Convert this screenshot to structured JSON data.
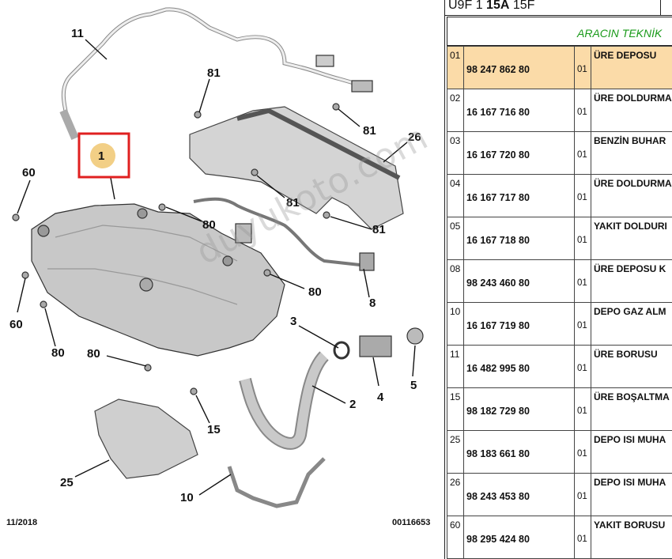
{
  "header": {
    "code_prefix": "U9F",
    "code_seg1": "1",
    "code_bold": "15A",
    "code_seg2": "15F"
  },
  "section_title": "ARACIN TEKNİK",
  "diagram": {
    "date": "11/2018",
    "image_id": "00116653",
    "watermark": "duyukoto.com",
    "highlight_label": "1",
    "callouts": [
      "11",
      "81",
      "81",
      "26",
      "60",
      "81",
      "80",
      "81",
      "80",
      "60",
      "3",
      "8",
      "80",
      "80",
      "4",
      "5",
      "2",
      "15",
      "25",
      "10"
    ]
  },
  "parts": [
    {
      "index": "01",
      "ref": "98 247 862 80",
      "qty": "01",
      "name": "ÜRE DEPOSU",
      "selected": true
    },
    {
      "index": "02",
      "ref": "16 167 716 80",
      "qty": "01",
      "name": "ÜRE DOLDURMA",
      "selected": false
    },
    {
      "index": "03",
      "ref": "16 167 720 80",
      "qty": "01",
      "name": "BENZİN BUHAR",
      "selected": false
    },
    {
      "index": "04",
      "ref": "16 167 717 80",
      "qty": "01",
      "name": "ÜRE DOLDURMA",
      "selected": false
    },
    {
      "index": "05",
      "ref": "16 167 718 80",
      "qty": "01",
      "name": "YAKIT DOLDURI",
      "selected": false
    },
    {
      "index": "08",
      "ref": "98 243 460 80",
      "qty": "01",
      "name": "ÜRE DEPOSU K",
      "selected": false
    },
    {
      "index": "10",
      "ref": "16 167 719 80",
      "qty": "01",
      "name": "DEPO GAZ ALM",
      "selected": false
    },
    {
      "index": "11",
      "ref": "16 482 995 80",
      "qty": "01",
      "name": "ÜRE BORUSU",
      "selected": false
    },
    {
      "index": "15",
      "ref": "98 182 729 80",
      "qty": "01",
      "name": "ÜRE BOŞALTMA",
      "selected": false
    },
    {
      "index": "25",
      "ref": "98 183 661 80",
      "qty": "01",
      "name": "DEPO ISI MUHA",
      "selected": false
    },
    {
      "index": "26",
      "ref": "98 243 453 80",
      "qty": "01",
      "name": "DEPO ISI MUHA",
      "selected": false
    },
    {
      "index": "60",
      "ref": "98 295 424 80",
      "qty": "01",
      "name": "YAKIT BORUSU",
      "selected": false
    }
  ],
  "colors": {
    "selected_row": "#fbdba8",
    "section_title": "#1a9a1a",
    "highlight_box": "#e02020",
    "highlight_circle": "#f2cf86"
  }
}
